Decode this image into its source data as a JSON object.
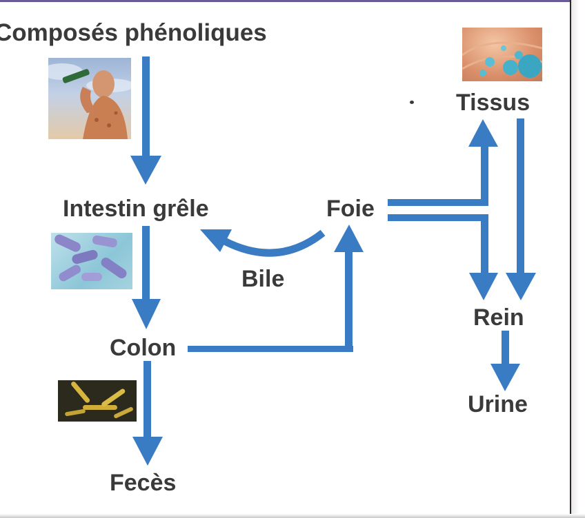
{
  "diagram": {
    "nodes": {
      "composes": "Composés phénoliques",
      "intestin": "Intestin grêle",
      "colon": "Colon",
      "feces": "Fecès",
      "foie": "Foie",
      "bile": "Bile",
      "tissus": "Tissus",
      "rein": "Rein",
      "urine": "Urine"
    },
    "arrow_color": "#3a7cc4",
    "text_color": "#3a3a3a",
    "edges": [
      {
        "from": "composes",
        "to": "intestin"
      },
      {
        "from": "intestin",
        "to": "colon"
      },
      {
        "from": "colon",
        "to": "feces"
      },
      {
        "from": "colon",
        "to": "foie"
      },
      {
        "from": "foie",
        "to": "intestin",
        "via": "bile"
      },
      {
        "from": "foie",
        "to": "tissus"
      },
      {
        "from": "foie",
        "to": "rein"
      },
      {
        "from": "tissus",
        "to": "rein"
      },
      {
        "from": "rein",
        "to": "urine"
      }
    ],
    "images": [
      "person-drinking-image",
      "intestinal-bacteria-image",
      "colon-bacteria-image",
      "tissue-cells-image"
    ]
  }
}
